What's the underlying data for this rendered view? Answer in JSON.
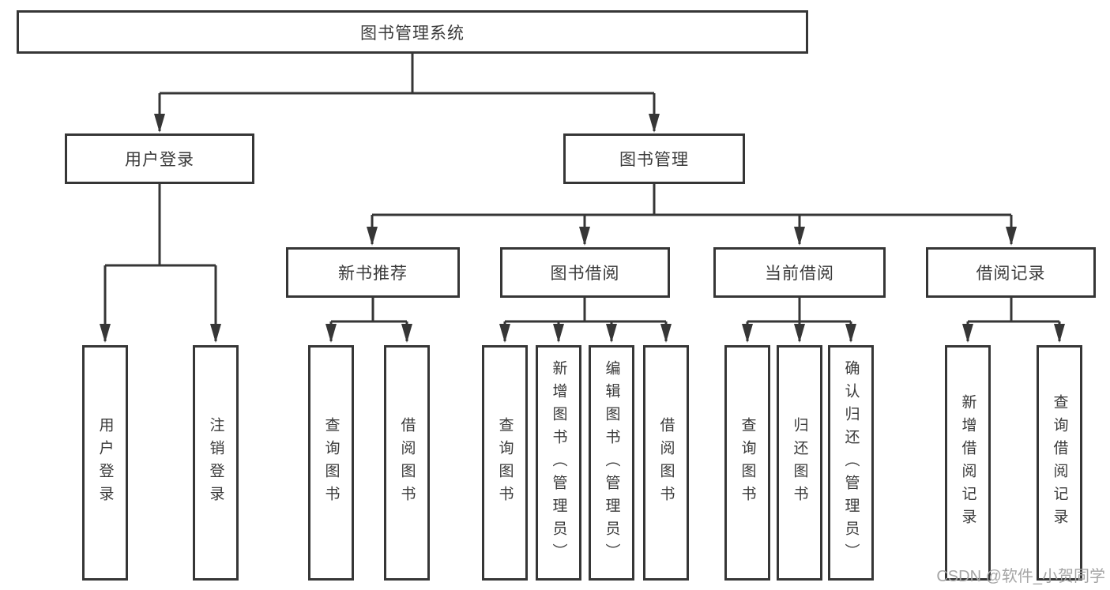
{
  "diagram": {
    "root": {
      "label": "图书管理系统"
    },
    "level2": {
      "user_login": {
        "label": "用户登录"
      },
      "book_mgmt": {
        "label": "图书管理"
      }
    },
    "level3": {
      "new_book_rec": {
        "label": "新书推荐"
      },
      "book_borrow": {
        "label": "图书借阅"
      },
      "current_borrow": {
        "label": "当前借阅"
      },
      "borrow_record": {
        "label": "借阅记录"
      }
    },
    "leaves": {
      "user_login": {
        "label": "用户登录"
      },
      "logout": {
        "label": "注销登录"
      },
      "nr_query": {
        "label": "查询图书"
      },
      "nr_borrow": {
        "label": "借阅图书"
      },
      "bb_query": {
        "label": "查询图书"
      },
      "bb_add": {
        "label": "新增图书（管理员）"
      },
      "bb_edit": {
        "label": "编辑图书（管理员）"
      },
      "bb_borrow": {
        "label": "借阅图书"
      },
      "cb_query": {
        "label": "查询图书"
      },
      "cb_return": {
        "label": "归还图书"
      },
      "cb_confirm": {
        "label": "确认归还（管理员）"
      },
      "br_add": {
        "label": "新增借阅记录"
      },
      "br_query": {
        "label": "查询借阅记录"
      }
    }
  },
  "watermark": {
    "text": "CSDN @软件_小贺同学"
  },
  "colors": {
    "line": "#363636",
    "text": "#3a3a3a",
    "box_background": "#ffffff",
    "page_background": "#ffffff",
    "watermark": "#a5a5a5"
  }
}
